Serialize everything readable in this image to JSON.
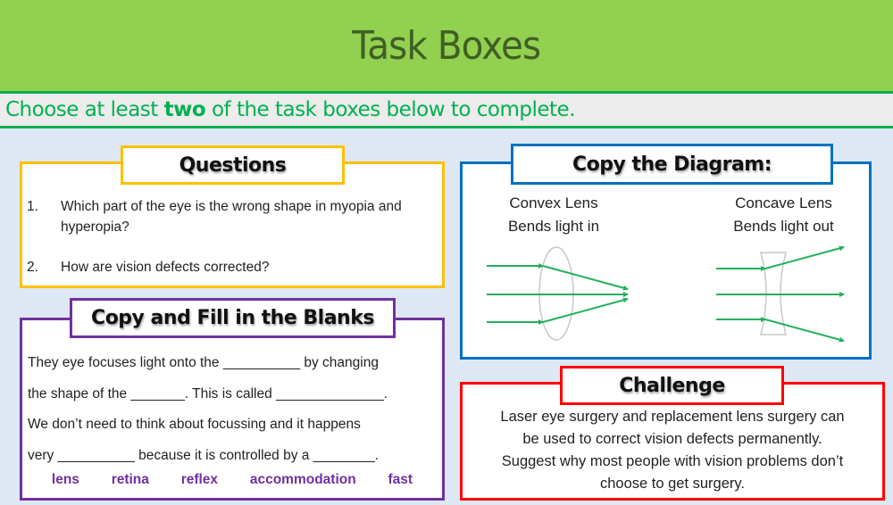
{
  "header": {
    "title": "Task Boxes"
  },
  "instruction": {
    "prefix": "Choose at least ",
    "bold": "two",
    "suffix": " of the task boxes below to complete."
  },
  "questions": {
    "title": "Questions",
    "items": [
      {
        "num": "1.",
        "text": "Which part of the eye is the wrong shape in myopia and hyperopia?"
      },
      {
        "num": "2.",
        "text": "How are vision defects corrected?"
      }
    ],
    "colors": {
      "border": "#ffc000"
    }
  },
  "fill_blanks": {
    "title": "Copy and Fill in the Blanks",
    "lines": [
      "They eye focuses light onto the __________ by changing",
      "the shape of the _______. This is called ______________.",
      "We don’t need to think about focussing and it happens",
      "very __________ because it is controlled by a ________."
    ],
    "word_bank": [
      "lens",
      "retina",
      "reflex",
      "accommodation",
      "fast"
    ],
    "colors": {
      "border": "#7030a0",
      "word_bank": "#7030a0"
    }
  },
  "diagram": {
    "title": "Copy the Diagram:",
    "convex": {
      "line1": "Convex Lens",
      "line2": "Bends light in"
    },
    "concave": {
      "line1": "Concave Lens",
      "line2": "Bends light out"
    },
    "colors": {
      "border": "#0070c0",
      "rays": "#22b05a",
      "lens": "#c8c8c8"
    }
  },
  "challenge": {
    "title": "Challenge",
    "lines": [
      "Laser eye surgery and replacement lens surgery can",
      "be used to correct vision defects permanently.",
      "Suggest why most people with vision problems don’t",
      "choose to get surgery."
    ],
    "colors": {
      "border": "#ff0000"
    }
  }
}
